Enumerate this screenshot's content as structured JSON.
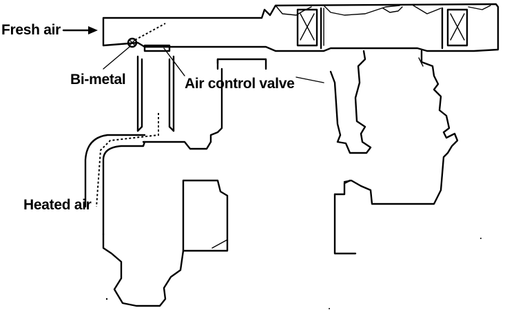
{
  "labels": {
    "fresh_air": "Fresh air",
    "bi_metal": "Bi-metal",
    "air_control_valve": "Air control valve",
    "heated_air": "Heated air"
  },
  "colors": {
    "ink": "#000000",
    "paper": "#ffffff"
  }
}
